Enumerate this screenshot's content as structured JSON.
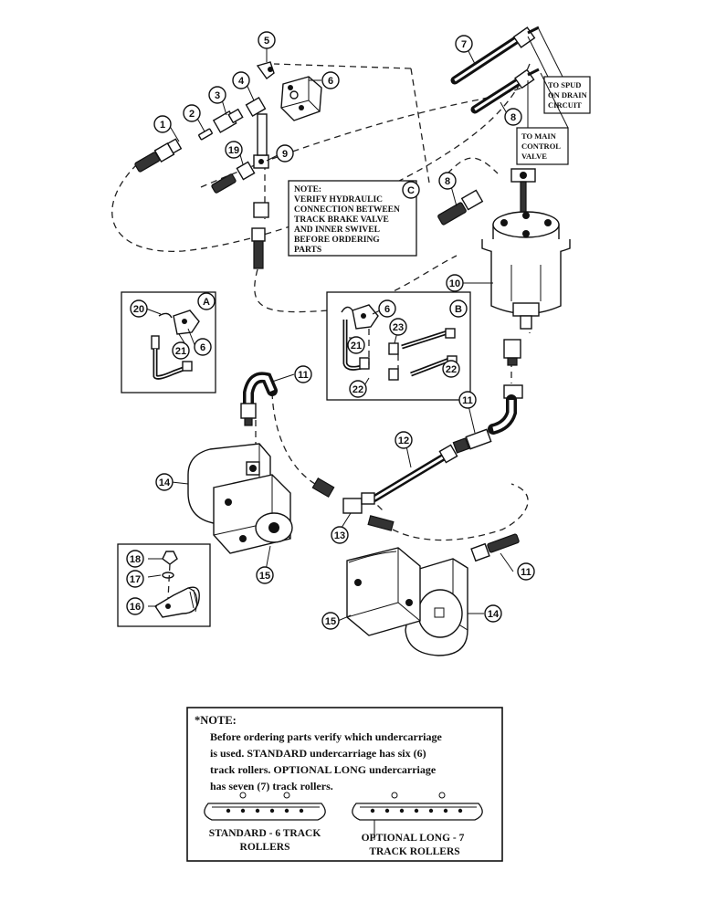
{
  "callouts": [
    {
      "id": "c1",
      "label": "1"
    },
    {
      "id": "c2",
      "label": "2"
    },
    {
      "id": "c3",
      "label": "3"
    },
    {
      "id": "c4",
      "label": "4"
    },
    {
      "id": "c5",
      "label": "5"
    },
    {
      "id": "c6a",
      "label": "6"
    },
    {
      "id": "c7",
      "label": "7"
    },
    {
      "id": "c8a",
      "label": "8"
    },
    {
      "id": "c8b",
      "label": "8"
    },
    {
      "id": "c9",
      "label": "9"
    },
    {
      "id": "c19",
      "label": "19"
    },
    {
      "id": "cC",
      "label": "C"
    },
    {
      "id": "c10",
      "label": "10"
    },
    {
      "id": "c20",
      "label": "20"
    },
    {
      "id": "cA",
      "label": "A"
    },
    {
      "id": "c21a",
      "label": "21"
    },
    {
      "id": "c6b",
      "label": "6"
    },
    {
      "id": "c6c",
      "label": "6"
    },
    {
      "id": "cB",
      "label": "B"
    },
    {
      "id": "c21b",
      "label": "21"
    },
    {
      "id": "c23",
      "label": "23"
    },
    {
      "id": "c22a",
      "label": "22"
    },
    {
      "id": "c22b",
      "label": "22"
    },
    {
      "id": "c11a",
      "label": "11"
    },
    {
      "id": "c11b",
      "label": "11"
    },
    {
      "id": "c12",
      "label": "12"
    },
    {
      "id": "c14a",
      "label": "14"
    },
    {
      "id": "c13",
      "label": "13"
    },
    {
      "id": "c15a",
      "label": "15"
    },
    {
      "id": "c18",
      "label": "18"
    },
    {
      "id": "c17",
      "label": "17"
    },
    {
      "id": "c16",
      "label": "16"
    },
    {
      "id": "c11c",
      "label": "11"
    },
    {
      "id": "c14b",
      "label": "14"
    },
    {
      "id": "c15b",
      "label": "15"
    }
  ],
  "labels": {
    "to_spud": [
      "TO SPUD",
      "ON DRAIN",
      "CIRCUIT"
    ],
    "to_main": [
      "TO MAIN",
      "CONTROL",
      "VALVE"
    ],
    "note_upper": [
      "NOTE:",
      "VERIFY HYDRAULIC",
      "CONNECTION BETWEEN",
      "TRACK BRAKE VALVE",
      "AND INNER SWIVEL",
      "BEFORE ORDERING",
      "PARTS"
    ]
  },
  "note_lower": {
    "lines": [
      "*NOTE:",
      "Before ordering parts verify which undercarriage",
      "is used. STANDARD undercarriage has six (6)",
      "track rollers. OPTIONAL LONG undercarriage",
      "has seven (7) track rollers."
    ],
    "standard_label": [
      "STANDARD - 6 TRACK",
      "ROLLERS"
    ],
    "optional_label": [
      "OPTIONAL LONG - 7",
      "TRACK ROLLERS"
    ]
  }
}
